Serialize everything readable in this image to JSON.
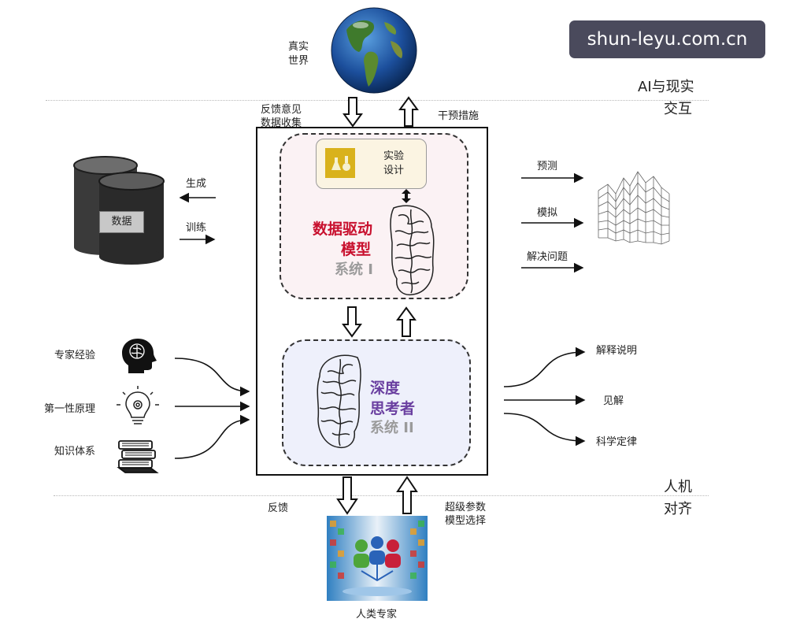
{
  "watermark": "shun-leyu.com.cn",
  "top": {
    "world_label_1": "真实",
    "world_label_2": "世界",
    "section_label_1": "AI与现实",
    "section_label_2": "交互",
    "feedback_1": "反馈意见",
    "feedback_2": "数据收集",
    "intervention": "干预措施"
  },
  "left_data": {
    "db_label": "数据",
    "generate": "生成",
    "train": "训练"
  },
  "system1": {
    "experiment_1": "实验",
    "experiment_2": "设计",
    "title_1": "数据驱动",
    "title_2": "模型",
    "subtitle": "系统 I"
  },
  "system2": {
    "title_1": "深度",
    "title_2": "思考者",
    "subtitle": "系统 II"
  },
  "right_outputs_1": [
    "预测",
    "模拟",
    "解决问题"
  ],
  "left_inputs": [
    "专家经验",
    "第一性原理",
    "知识体系"
  ],
  "right_outputs_2": [
    "解释说明",
    "见解",
    "科学定律"
  ],
  "bottom": {
    "section_label_1": "人机",
    "section_label_2": "对齐",
    "feedback": "反馈",
    "hyper_1": "超级参数",
    "hyper_2": "模型选择",
    "experts": "人类专家"
  },
  "colors": {
    "system1_title": "#c8102e",
    "system2_title": "#6a3fa0",
    "subtitle": "#9b9b9b",
    "watermark_bg": "#4a4a5c"
  }
}
